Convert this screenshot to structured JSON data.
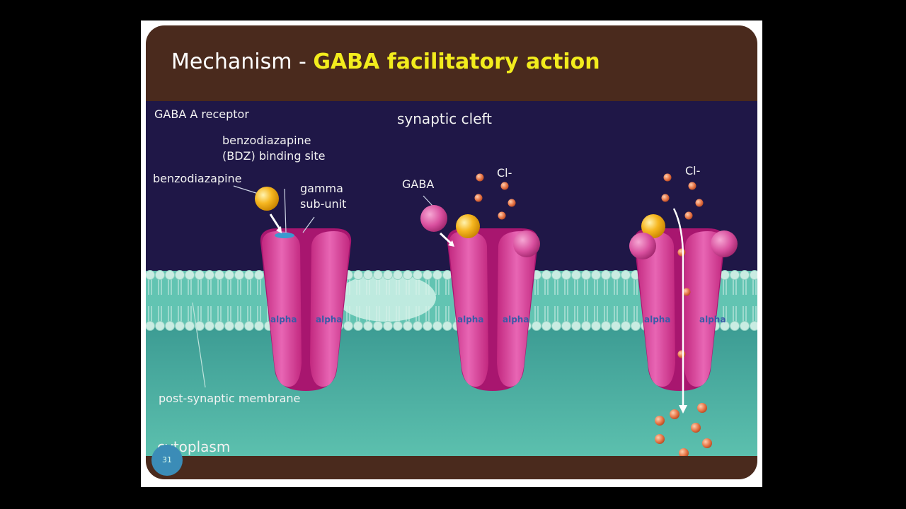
{
  "slide": {
    "title_prefix": "Mechanism - ",
    "title_highlight": "GABA facilitatory action",
    "page_number": "31"
  },
  "diagram": {
    "labels": {
      "receptor": "GABA A receptor",
      "synaptic_cleft": "synaptic cleft",
      "bdz_site": "benzodiazapine\n(BDZ) binding site",
      "benzodiazapine": "benzodiazapine",
      "gamma": "gamma\nsub-unit",
      "gaba": "GABA",
      "cl_1": "Cl-",
      "cl_2": "Cl-",
      "membrane": "post-synaptic membrane",
      "cytoplasm": "cytoplasm",
      "alpha": "alpha"
    },
    "colors": {
      "cleft": "#1f1747",
      "membrane": "#5bbfae",
      "cytoplasm": "#3fa39b",
      "receptor": "#d23a98",
      "benzodiazapine": "#f6b721",
      "gaba": "#d9509f",
      "chloride": "#e8784a"
    }
  }
}
